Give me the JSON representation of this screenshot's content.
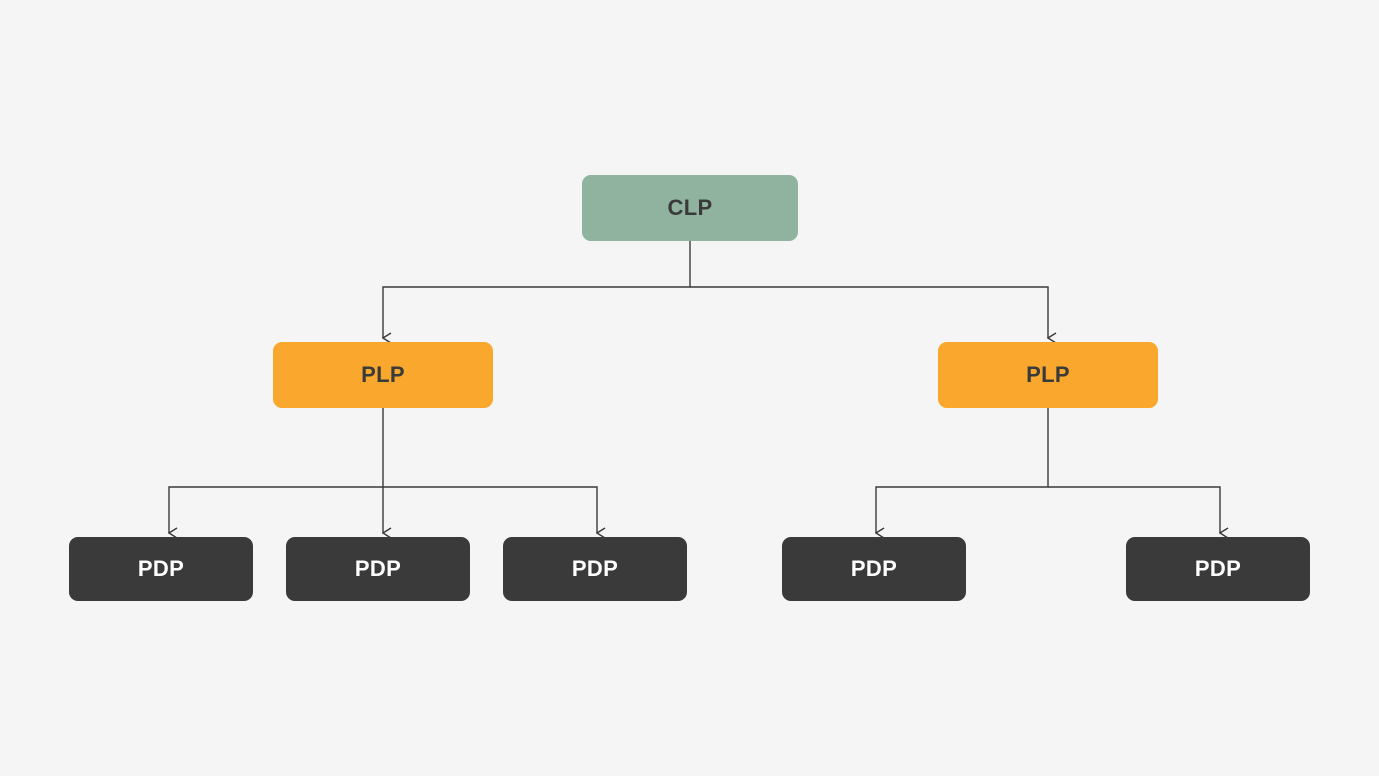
{
  "colors": {
    "background": "#f5f5f5",
    "clp_fill": "#90b3a0",
    "clp_text": "#3a3a3a",
    "plp_fill": "#f9a82d",
    "plp_text": "#3a3a3a",
    "pdp_fill": "#3a3a3a",
    "pdp_text": "#ffffff",
    "connector": "#3a3a3a"
  },
  "diagram": {
    "root": {
      "label": "CLP"
    },
    "categories": [
      {
        "label": "PLP",
        "children": [
          {
            "label": "PDP"
          },
          {
            "label": "PDP"
          },
          {
            "label": "PDP"
          }
        ]
      },
      {
        "label": "PLP",
        "children": [
          {
            "label": "PDP"
          },
          {
            "label": "PDP"
          }
        ]
      }
    ]
  }
}
